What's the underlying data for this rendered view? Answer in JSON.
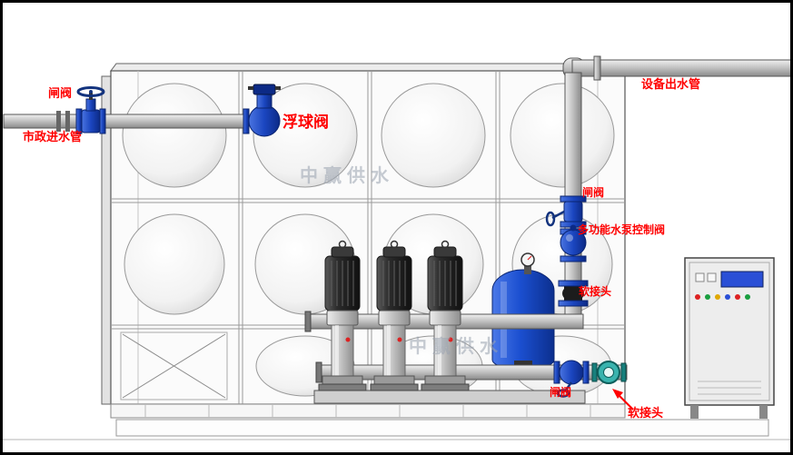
{
  "labels": {
    "gate_valve_top": "闸阀",
    "municipal_inlet_pipe": "市政进水管",
    "float_valve": "浮球阀",
    "equipment_outlet_pipe": "设备出水管",
    "gate_valve_mid": "闸阀",
    "multifunction_pump_control_valve": "多功能水泵控制阀",
    "soft_joint_mid": "软接头",
    "gate_valve_bottom": "闸阀",
    "soft_joint_bottom": "软接头"
  },
  "watermark": {
    "text": "中赢供水"
  },
  "colors": {
    "label_red": "#ff0000",
    "valve_blue": "#1b46c0",
    "pressure_tank_blue": "#1b4fd0",
    "joint_teal": "#39b3ae",
    "watermark_gray": "#9aa3b0"
  }
}
